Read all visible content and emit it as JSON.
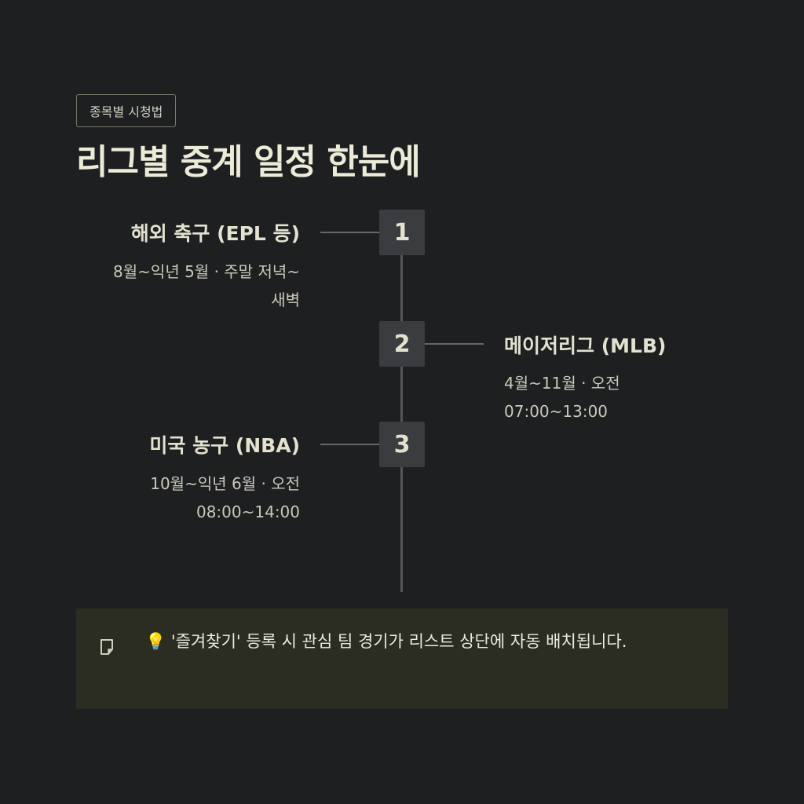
{
  "badge": "종목별 시청법",
  "title": "리그별 중계 일정 한눈에",
  "timeline": [
    {
      "step": "1",
      "title": "해외 축구 (EPL 등)",
      "desc_line1": "8월~익년 5월 · 주말 저녁~",
      "desc_line2": "새벽",
      "side": "left"
    },
    {
      "step": "2",
      "title": "메이저리그 (MLB)",
      "desc_line1": "4월~11월 · 오전",
      "desc_line2": "07:00~13:00",
      "side": "right"
    },
    {
      "step": "3",
      "title": "미국 농구 (NBA)",
      "desc_line1": "10월~익년 6월 · 오전",
      "desc_line2": "08:00~14:00",
      "side": "left"
    }
  ],
  "note": {
    "icon": "note-icon",
    "emoji": "💡",
    "text": "'즐겨찾기' 등록 시 관심 팀 경기가 리스트 상단에 자동 배치됩니다."
  },
  "colors": {
    "background": "#1e1f21",
    "node": "#3b3c3f",
    "note_bg": "#2b2c22",
    "text": "#ecebd8"
  }
}
